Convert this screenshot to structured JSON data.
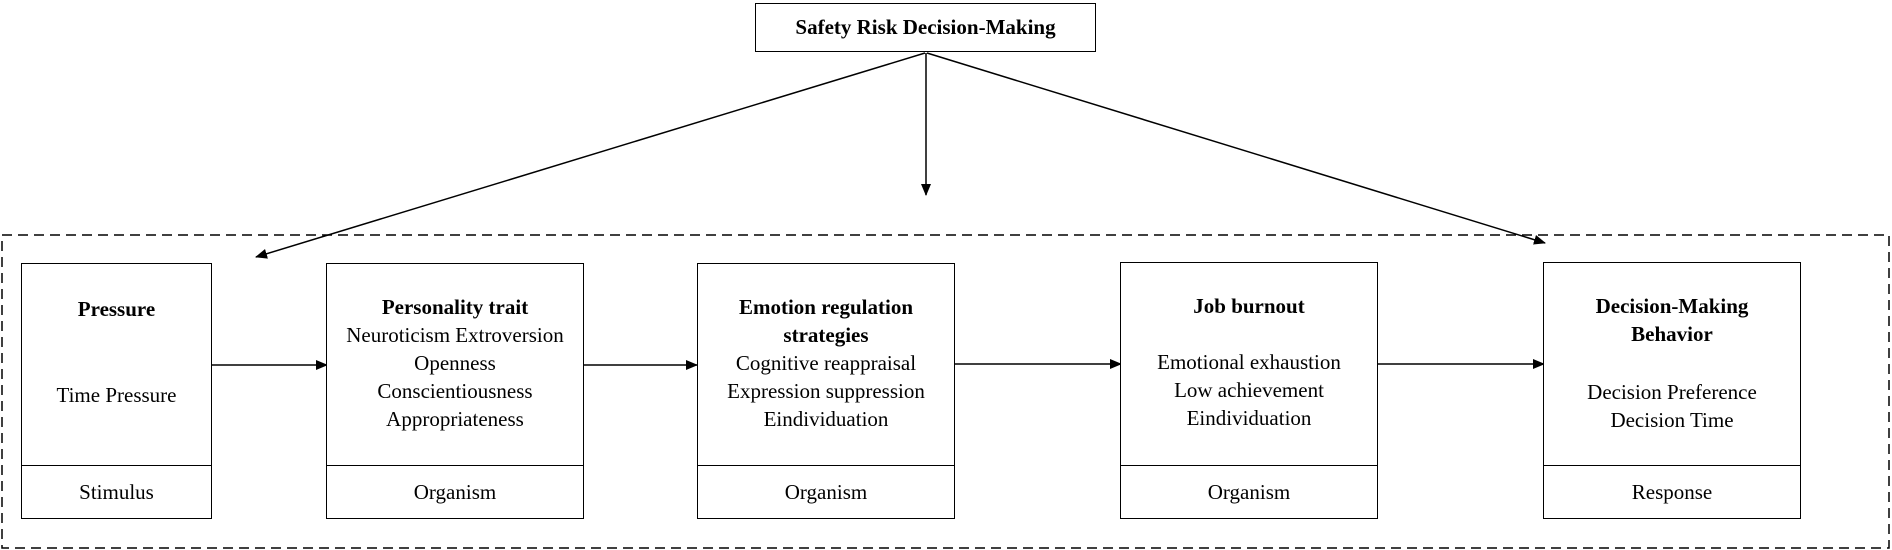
{
  "header": {
    "title": "Safety Risk Decision-Making"
  },
  "boxes": [
    {
      "id": "pressure",
      "title": [
        "Pressure"
      ],
      "items": [
        "Time Pressure"
      ],
      "role": "Stimulus"
    },
    {
      "id": "personality-trait",
      "title": [
        "Personality trait"
      ],
      "items": [
        "Neuroticism Extroversion",
        "Openness",
        "Conscientiousness",
        "Appropriateness"
      ],
      "role": "Organism"
    },
    {
      "id": "emotion-regulation",
      "title": [
        "Emotion regulation",
        "strategies"
      ],
      "items": [
        "Cognitive reappraisal",
        "Expression suppression",
        "Eindividuation"
      ],
      "role": "Organism"
    },
    {
      "id": "job-burnout",
      "title": [
        "Job burnout"
      ],
      "items": [
        "Emotional exhaustion",
        "Low achievement",
        "Eindividuation"
      ],
      "role": "Organism"
    },
    {
      "id": "decision-making-behavior",
      "title": [
        "Decision-Making",
        "Behavior"
      ],
      "items": [
        "Decision Preference",
        "Decision Time"
      ],
      "role": "Response"
    }
  ]
}
